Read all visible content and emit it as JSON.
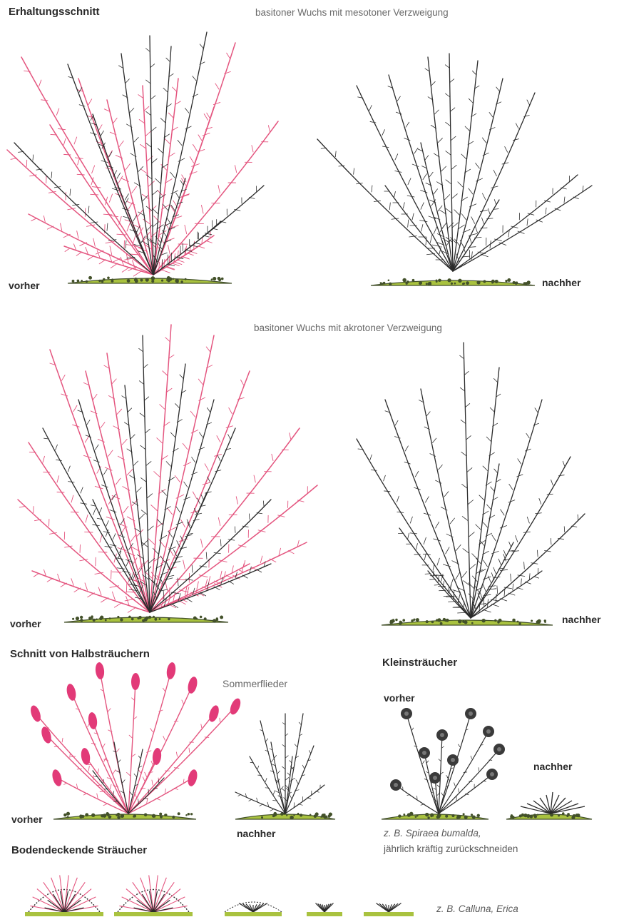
{
  "colors": {
    "cut_branches": "#e4557f",
    "kept_branches": "#2b2b2b",
    "ground_green": "#a9c23f",
    "ground_dark": "#43512a",
    "flower_pink": "#e23a78",
    "flower_dark": "#3a3a3a"
  },
  "sections": {
    "erhaltung": {
      "title": "Erhaltungsschnitt",
      "row1_caption": "basitoner Wuchs mit mesotoner Verzweigung",
      "row2_caption": "basitoner Wuchs mit akrotoner Verzweigung",
      "before": "vorher",
      "after": "nachher"
    },
    "halbstraeucher": {
      "title": "Schnitt von Halbsträuchern",
      "plant": "Sommerflieder",
      "before": "vorher",
      "after": "nachher"
    },
    "kleinstraeucher": {
      "title": "Kleinsträucher",
      "before": "vorher",
      "after": "nachher",
      "note_line1": "z. B. Spiraea bumalda,",
      "note_line2": "jährlich kräftig zurückschneiden"
    },
    "boden": {
      "title": "Bodendeckende Sträucher",
      "note": "z. B. Calluna, Erica"
    }
  }
}
